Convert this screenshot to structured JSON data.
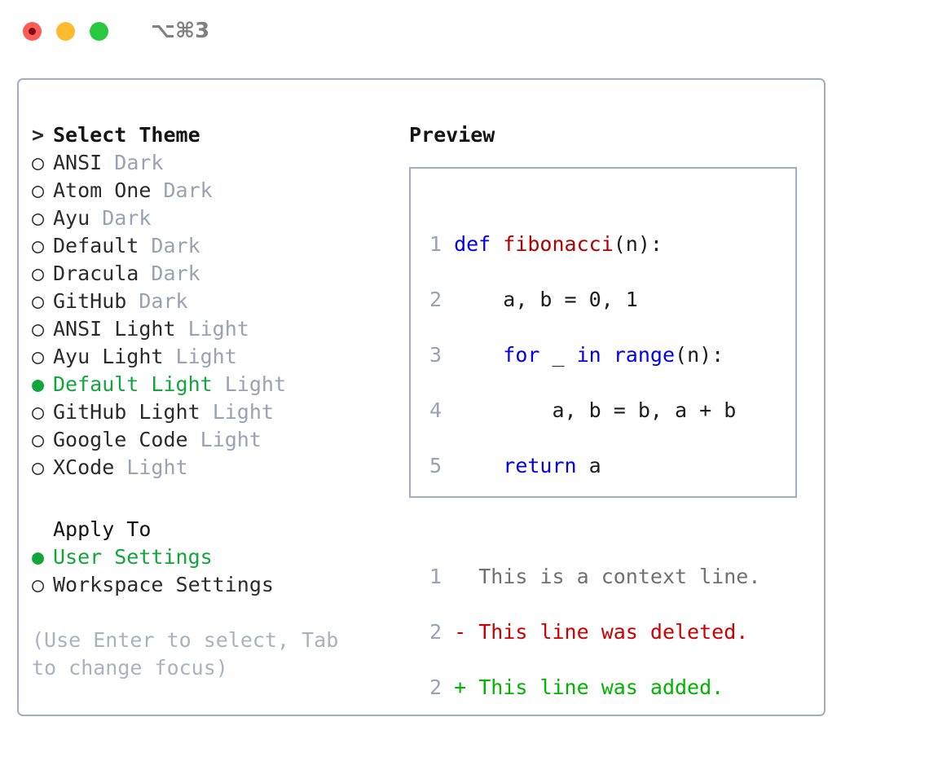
{
  "window": {
    "title": "⌥⌘3",
    "traffic_lights": [
      {
        "name": "close-button",
        "color": "#fc5c57"
      },
      {
        "name": "minimize-button",
        "color": "#fdbc2f"
      },
      {
        "name": "maximize-button",
        "color": "#28c93f"
      }
    ]
  },
  "colors": {
    "accent_green": "#12a53c",
    "muted": "#98a2b3",
    "border": "#a4adbd",
    "keyword_blue": "#0000ee",
    "function_red": "#b00000",
    "diff_deleted": "#cc0000",
    "diff_added": "#00b400"
  },
  "theme_picker": {
    "header_prefix": ">",
    "header": "Select Theme",
    "bullet_off": "○",
    "bullet_on": "●",
    "items": [
      {
        "label": "ANSI",
        "kind": "Dark",
        "selected": false
      },
      {
        "label": "Atom One",
        "kind": "Dark",
        "selected": false
      },
      {
        "label": "Ayu",
        "kind": "Dark",
        "selected": false
      },
      {
        "label": "Default",
        "kind": "Dark",
        "selected": false
      },
      {
        "label": "Dracula",
        "kind": "Dark",
        "selected": false
      },
      {
        "label": "GitHub",
        "kind": "Dark",
        "selected": false
      },
      {
        "label": "ANSI Light",
        "kind": "Light",
        "selected": false
      },
      {
        "label": "Ayu Light",
        "kind": "Light",
        "selected": false
      },
      {
        "label": "Default Light",
        "kind": "Light",
        "selected": true
      },
      {
        "label": "GitHub Light",
        "kind": "Light",
        "selected": false
      },
      {
        "label": "Google Code",
        "kind": "Light",
        "selected": false
      },
      {
        "label": "XCode",
        "kind": "Light",
        "selected": false
      }
    ]
  },
  "apply_to": {
    "header": "Apply To",
    "items": [
      {
        "label": "User Settings",
        "selected": true
      },
      {
        "label": "Workspace Settings",
        "selected": false
      }
    ]
  },
  "hint": "(Use Enter to select, Tab to change focus)",
  "preview": {
    "title": "Preview",
    "code_lines": [
      {
        "num": "1",
        "tokens": [
          {
            "t": "def ",
            "c": "kw"
          },
          {
            "t": "fibonacci",
            "c": "fn"
          },
          {
            "t": "(n):",
            "c": "txt"
          }
        ]
      },
      {
        "num": "2",
        "tokens": [
          {
            "t": "    a, b = 0, 1",
            "c": "txt"
          }
        ]
      },
      {
        "num": "3",
        "tokens": [
          {
            "t": "    ",
            "c": "txt"
          },
          {
            "t": "for",
            "c": "kw"
          },
          {
            "t": " _ ",
            "c": "txt"
          },
          {
            "t": "in range",
            "c": "kw"
          },
          {
            "t": "(n):",
            "c": "txt"
          }
        ]
      },
      {
        "num": "4",
        "tokens": [
          {
            "t": "        a, b = b, a + b",
            "c": "txt"
          }
        ]
      },
      {
        "num": "5",
        "tokens": [
          {
            "t": "    ",
            "c": "txt"
          },
          {
            "t": "return",
            "c": "kw"
          },
          {
            "t": " a",
            "c": "txt"
          }
        ]
      }
    ],
    "diff_lines": [
      {
        "num": "1",
        "marker": " ",
        "text": "This is a context line.",
        "c": "ctx"
      },
      {
        "num": "2",
        "marker": "-",
        "text": "This line was deleted.",
        "c": "del"
      },
      {
        "num": "2",
        "marker": "+",
        "text": "This line was added.",
        "c": "add"
      }
    ]
  }
}
